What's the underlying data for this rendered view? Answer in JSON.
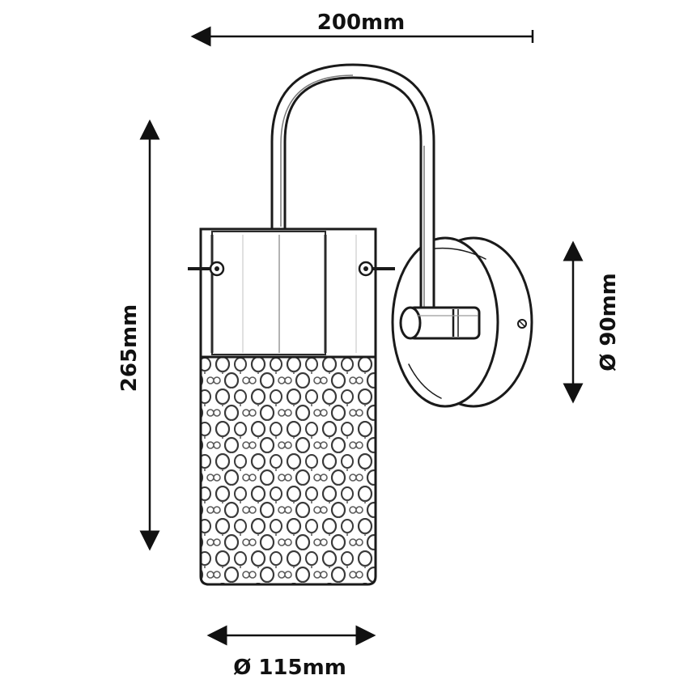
{
  "dimensions": {
    "width": "200mm",
    "height": "265mm",
    "backplate_diameter": "Ø 90mm",
    "shade_diameter": "Ø 115mm"
  },
  "colors": {
    "ink": "#1a1a1a",
    "background": "#ffffff"
  }
}
